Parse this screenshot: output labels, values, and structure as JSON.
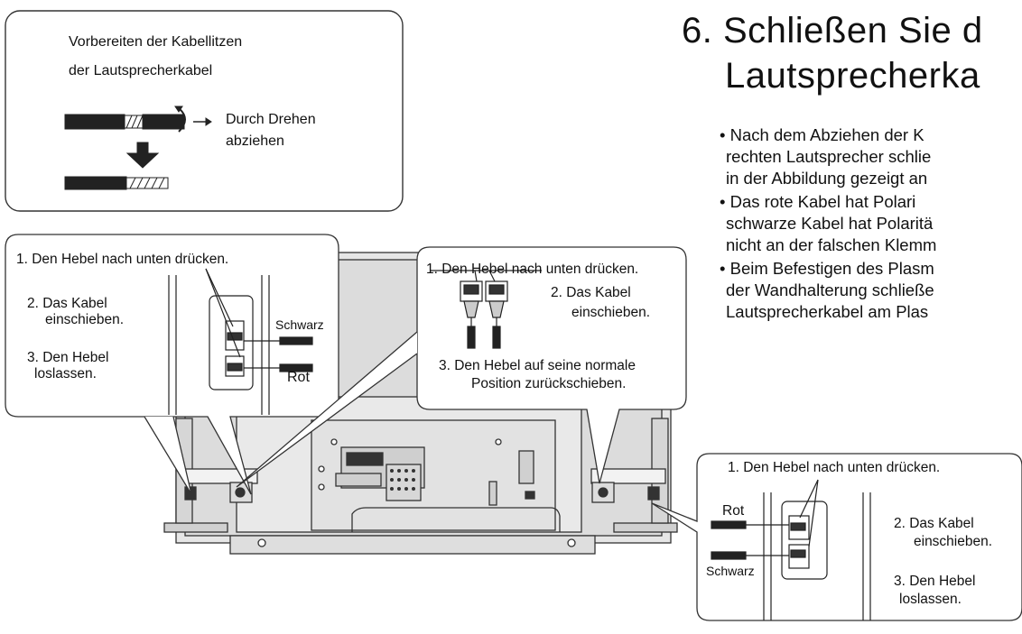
{
  "step": {
    "title_line1": "6.  Schließen Sie d",
    "title_line2": "Lautsprecherka",
    "bullets": [
      [
        "•   Nach dem Abziehen der K",
        "rechten Lautsprecher schlie",
        "in der Abbildung gezeigt an"
      ],
      [
        "•   Das rote Kabel hat Polari",
        "schwarze Kabel hat Polaritä",
        "nicht an der falschen Klemm"
      ],
      [
        "• Beim Befestigen des Plasm",
        "der Wandhalterung schließe",
        "Lautsprecherkabel am Plas"
      ]
    ]
  },
  "prep_box": {
    "title_line1": "Vorbereiten der Kabellitzen",
    "title_line2": "der Lautsprecherkabel",
    "twist_line1": "Durch Drehen",
    "twist_line2": "abziehen"
  },
  "left_callout": {
    "step1": "1. Den Hebel nach unten drücken.",
    "step2_line1": "2.  Das Kabel",
    "step2_line2": "einschieben.",
    "step3_line1": "3.  Den Hebel",
    "step3_line2": "loslassen.",
    "label_black": "Schwarz",
    "label_red": "Rot"
  },
  "center_callout": {
    "step1": "1. Den Hebel nach unten drücken.",
    "step2_line1": "2. Das Kabel",
    "step2_line2": "einschieben.",
    "step3_line1": "3. Den Hebel auf seine normale",
    "step3_line2": "Position zurückschieben."
  },
  "right_callout": {
    "step1": "1. Den Hebel nach unten drücken.",
    "label_red": "Rot",
    "label_black": "Schwarz",
    "step2_line1": "2.  Das Kabel",
    "step2_line2": "einschieben.",
    "step3_line1": "3.  Den Hebel",
    "step3_line2": "loslassen."
  },
  "colors": {
    "ink": "#111111",
    "panel": "#e2e2e2",
    "panel_dark": "#9a9a9a",
    "callout_bg": "#ffffff"
  }
}
